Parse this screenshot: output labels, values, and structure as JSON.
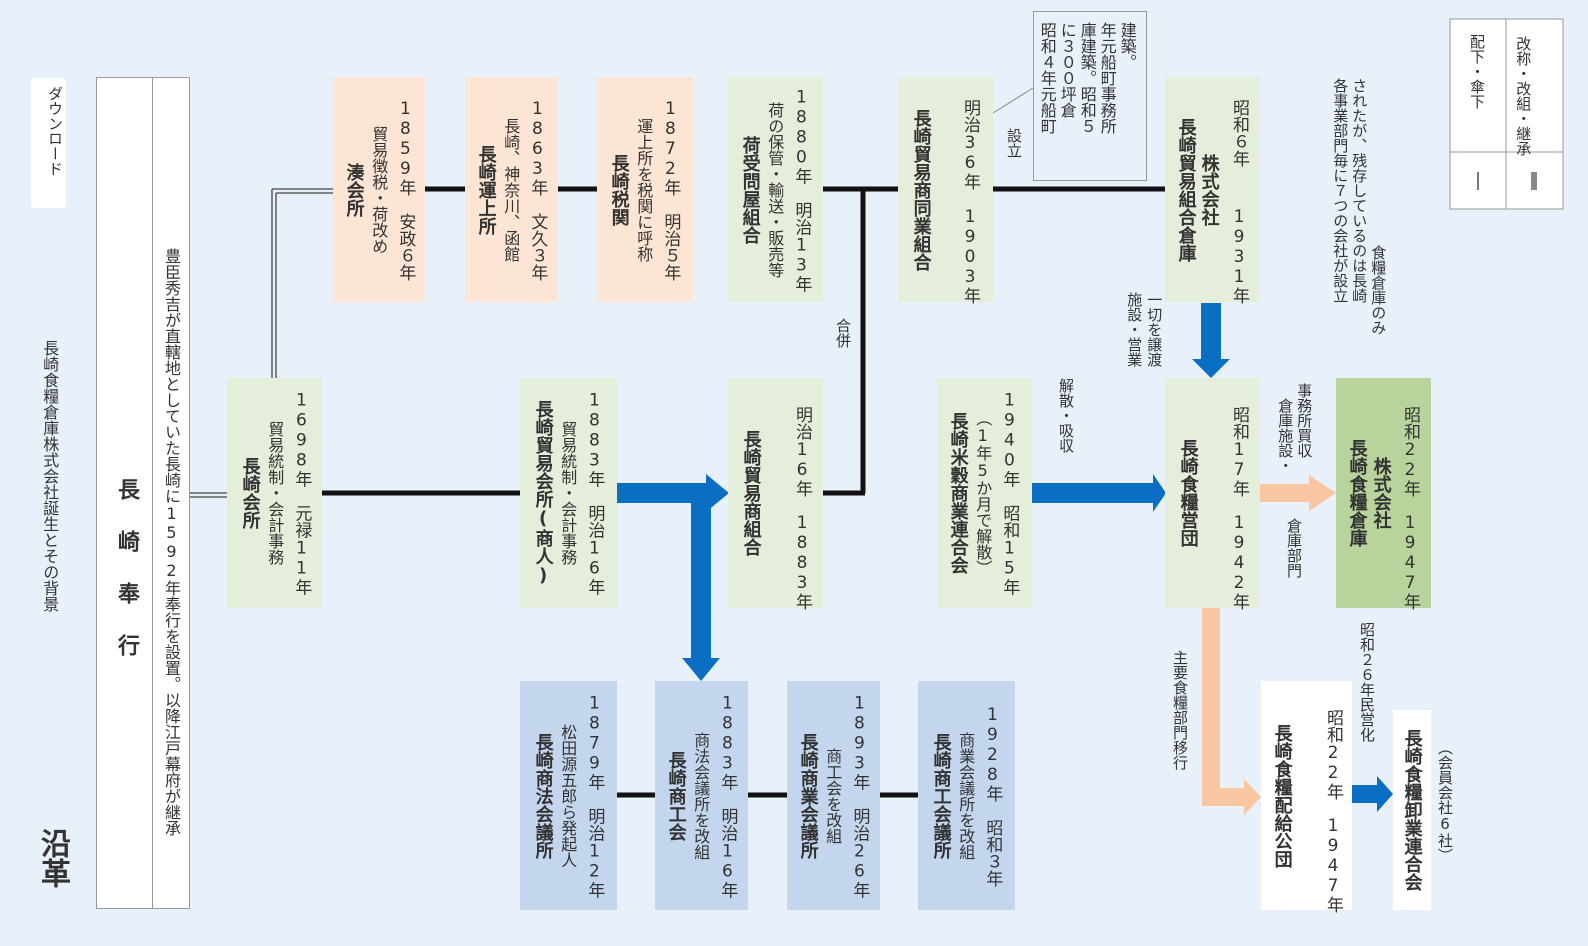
{
  "header": {
    "title": "沿革",
    "subtitle": "長崎食糧倉庫株式会社誕生とその背景",
    "download_label": "ダウンロード"
  },
  "bugyo": {
    "name": "長　崎　奉　行",
    "note": "豊臣秀吉が直轄地としていた長崎に1592年奉行を設置。以降江戸幕府が継承"
  },
  "legend": {
    "thin": "配下・傘下",
    "thick": "改称・改組・継承"
  },
  "nodes": {
    "nagasaki_kaisho": {
      "title": "長崎会所",
      "desc": "貿易統制・会計事務",
      "year": "1698年　元禄11年"
    },
    "minato_kaisho": {
      "title": "湊会所",
      "desc": "貿易徴税・荷改め",
      "year": "1859年　安政６年"
    },
    "unjosho": {
      "title": "長崎運上所",
      "desc": "長崎、神奈川、函館",
      "year": "1863年　文久３年"
    },
    "zeikan": {
      "title": "長崎税関",
      "desc": "運上所を税関に呼称",
      "year": "1872年　明治５年"
    },
    "niuke": {
      "title": "荷受問屋組合",
      "desc": "荷の保管・輸送・販売等",
      "year": "1880年　明治13年"
    },
    "doyo": {
      "title": "長崎貿易商同業組合",
      "year1": "1903年",
      "year2": "明治36年"
    },
    "kumiai_soko": {
      "title1": "長崎貿易組合倉庫",
      "title2": "株式会社",
      "year1": "1931年",
      "year2": "昭和６年"
    },
    "boeki_kaisho": {
      "title": "長崎貿易会所(商人)",
      "desc": "貿易統制・会計事務",
      "year": "1883年　明治16年"
    },
    "boeki_shokumiai": {
      "title": "長崎貿易商組合",
      "year1": "1883年",
      "year2": "明治16年"
    },
    "beikoku": {
      "title": "長崎米穀商業連合会",
      "desc": "（1年5か月で解散）",
      "year": "1940年　昭和15年"
    },
    "eidan": {
      "title": "長崎食糧営団",
      "year1": "1942年",
      "year2": "昭和17年"
    },
    "final": {
      "title1": "長崎食糧倉庫",
      "title2": "株式会社",
      "year1": "1947年",
      "year2": "昭和22年"
    },
    "kodan": {
      "title": "長崎食糧配給公団",
      "year1": "1947年",
      "year2": "昭和22年"
    },
    "oroshi": {
      "title": "長崎食糧卸業連合会",
      "note": "（会員会社6社）"
    },
    "hosho": {
      "title": "長崎商法会議所",
      "desc": "松田源五郎ら発起人",
      "year": "1879年　明治12年"
    },
    "shokokai": {
      "title": "長崎商工会",
      "desc": "商法会議所を改組",
      "year": "1883年　明治16年"
    },
    "shogyo": {
      "title": "長崎商業会議所",
      "desc": "商工会を改組",
      "year": "1893年　明治26年"
    },
    "shoko_kaigisho": {
      "title": "長崎商工会議所",
      "desc": "商業会議所を改組",
      "year": "1928年　昭和３年"
    }
  },
  "labels": {
    "gappei": "合併",
    "setsuritsu": "設立",
    "note_box": [
      "昭和４年元船町",
      "に３００坪倉",
      "庫建築。昭和５",
      "年元船町事務所",
      "建築。"
    ],
    "joto": [
      "施設・営業",
      "一切を譲渡"
    ],
    "kaisan": "解散・吸収",
    "kaishu": [
      "倉庫施設・",
      "事務所買収"
    ],
    "sokobumon": "倉庫部門",
    "shushoku": "主要食糧部門移行",
    "minei": "昭和２６年民営化",
    "kaku_note": [
      "各事業部門毎に７つの会社が設立",
      "されたが、残存しているのは長崎",
      "食糧倉庫のみ"
    ]
  },
  "colors": {
    "accent_blue": "#0a6fc2",
    "accent_peach": "#f8c7a1",
    "final_green": "#b8d49c",
    "background": "#e8f0fa"
  }
}
